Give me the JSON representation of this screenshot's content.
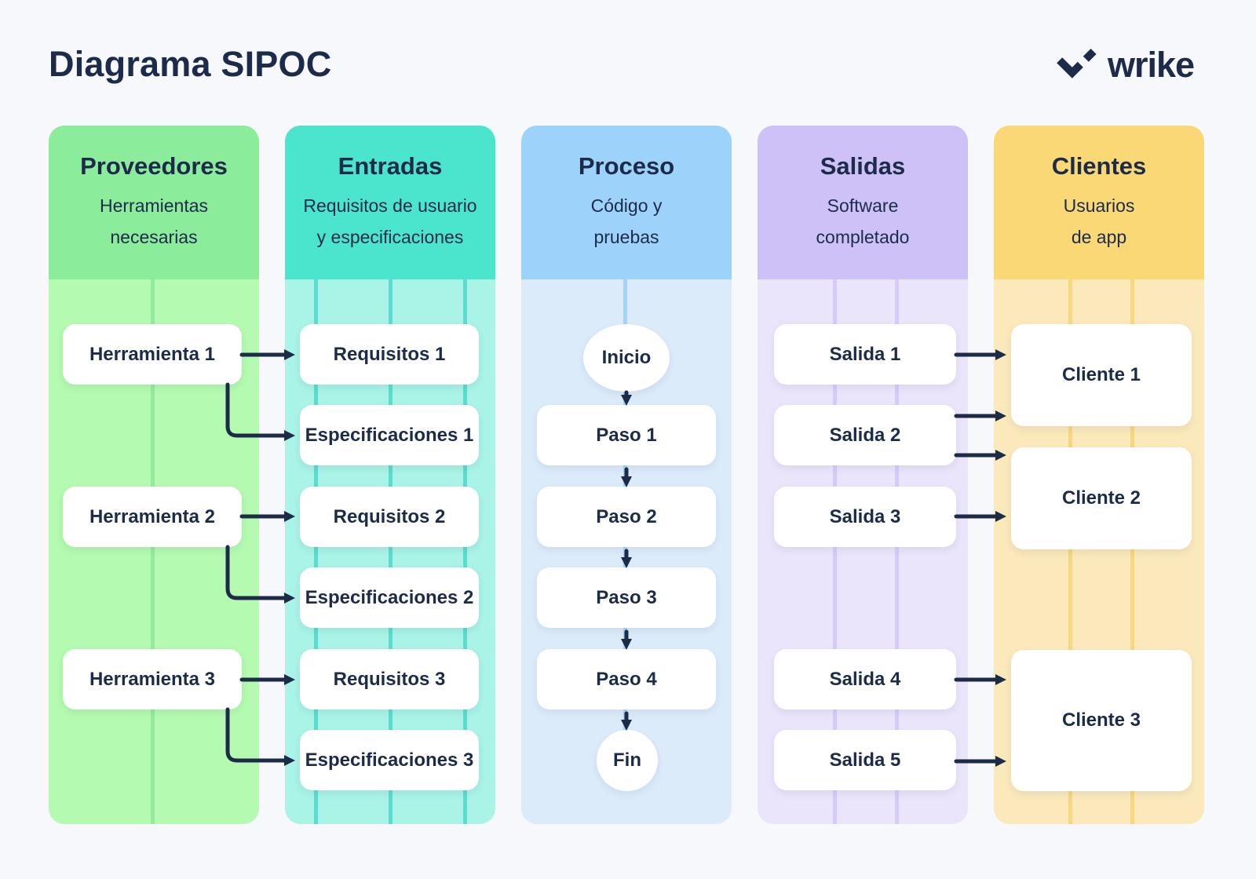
{
  "page": {
    "title": "Diagrama SIPOC",
    "brand": "wrike",
    "colors": {
      "background": "#f6f8fb",
      "text": "#1d2b4a",
      "arrow": "#1c2b47"
    }
  },
  "columns": [
    {
      "title": "Proveedores",
      "subtitle_lines": [
        "Herramientas",
        "necesarias"
      ],
      "colors": {
        "header": "#8bec9b",
        "body": "#b4fab0",
        "divider": "#92eba0"
      },
      "items": [
        {
          "label": "Herramienta 1"
        },
        {
          "label": "Herramienta 2"
        },
        {
          "label": "Herramienta 3"
        }
      ]
    },
    {
      "title": "Entradas",
      "subtitle_lines": [
        "Requisitos de usuario",
        "y especificaciones"
      ],
      "colors": {
        "header": "#4be4cc",
        "body": "#a9f3e7",
        "divider": "#5bdcce"
      },
      "items": [
        {
          "label": "Requisitos 1"
        },
        {
          "label": "Especificaciones 1"
        },
        {
          "label": "Requisitos 2"
        },
        {
          "label": "Especificaciones 2"
        },
        {
          "label": "Requisitos 3"
        },
        {
          "label": "Especificaciones 3"
        }
      ]
    },
    {
      "title": "Proceso",
      "subtitle_lines": [
        "Código y",
        "pruebas"
      ],
      "colors": {
        "header": "#9dd2fa",
        "body": "#dcebfa",
        "divider": "#a3d4f7"
      },
      "items": [
        {
          "label": "Inicio"
        },
        {
          "label": "Paso 1"
        },
        {
          "label": "Paso 2"
        },
        {
          "label": "Paso 3"
        },
        {
          "label": "Paso 4"
        },
        {
          "label": "Fin"
        }
      ]
    },
    {
      "title": "Salidas",
      "subtitle_lines": [
        "Software",
        "completado"
      ],
      "colors": {
        "header": "#cdc1f8",
        "body": "#eae5fb",
        "divider": "#d8cbfa"
      },
      "items": [
        {
          "label": "Salida 1"
        },
        {
          "label": "Salida 2"
        },
        {
          "label": "Salida 3"
        },
        {
          "label": "Salida 4"
        },
        {
          "label": "Salida 5"
        }
      ]
    },
    {
      "title": "Clientes",
      "subtitle_lines": [
        "Usuarios",
        "de app"
      ],
      "colors": {
        "header": "#fad875",
        "body": "#fbe9bb",
        "divider": "#f8d77e"
      },
      "items": [
        {
          "label": "Cliente 1"
        },
        {
          "label": "Cliente 2"
        },
        {
          "label": "Cliente 3"
        }
      ]
    }
  ],
  "connections": [
    {
      "from": "Herramienta 1",
      "to": "Requisitos 1"
    },
    {
      "from": "Herramienta 1",
      "to": "Especificaciones 1"
    },
    {
      "from": "Herramienta 2",
      "to": "Requisitos 2"
    },
    {
      "from": "Herramienta 2",
      "to": "Especificaciones 2"
    },
    {
      "from": "Herramienta 3",
      "to": "Requisitos 3"
    },
    {
      "from": "Herramienta 3",
      "to": "Especificaciones 3"
    },
    {
      "from": "Inicio",
      "to": "Paso 1"
    },
    {
      "from": "Paso 1",
      "to": "Paso 2"
    },
    {
      "from": "Paso 2",
      "to": "Paso 3"
    },
    {
      "from": "Paso 3",
      "to": "Paso 4"
    },
    {
      "from": "Paso 4",
      "to": "Fin"
    },
    {
      "from": "Salida 1",
      "to": "Cliente 1"
    },
    {
      "from": "Salida 2",
      "to": "Cliente 1"
    },
    {
      "from": "Salida 2",
      "to": "Cliente 2"
    },
    {
      "from": "Salida 3",
      "to": "Cliente 2"
    },
    {
      "from": "Salida 4",
      "to": "Cliente 3"
    },
    {
      "from": "Salida 5",
      "to": "Cliente 3"
    }
  ]
}
